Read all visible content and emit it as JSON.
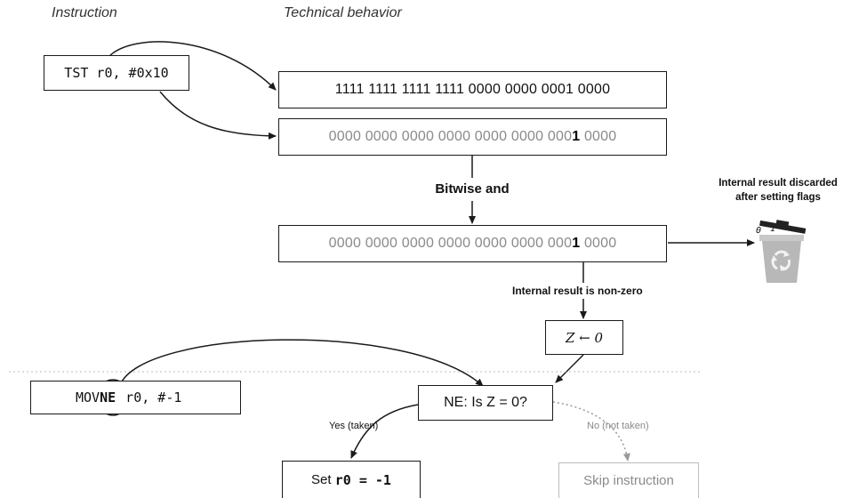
{
  "headers": {
    "instruction": "Instruction",
    "technical_behavior": "Technical behavior"
  },
  "tst_instruction": "TST r0, #0x10",
  "register_bits": "1111 1111 1111 1111 0000 0000 0001 0000",
  "immediate_bits": {
    "prefix": "0000 0000 0000 0000 0000 0000 000",
    "highlight": "1",
    "suffix": " 0000"
  },
  "bitwise_label": "Bitwise and",
  "result_bits": {
    "prefix": "0000 0000 0000 0000 0000 0000 000",
    "highlight": "1",
    "suffix": " 0000"
  },
  "discard_note": {
    "line1": "Internal result discarded",
    "line2": "after setting flags"
  },
  "nonzero_label": "Internal result is non-zero",
  "z_assign": "Z ← 0",
  "condition": "NE: Is Z = 0?",
  "movne_instruction": {
    "prefix": "MOV",
    "cond": "NE",
    "suffix": " r0, #-1"
  },
  "yes_label": "Yes (taken)",
  "no_label": "No (not taken)",
  "set_result": {
    "prefix": "Set ",
    "value": "r0 = -1"
  },
  "skip_label": "Skip instruction",
  "colors": {
    "ink": "#1a1a1a",
    "inactive": "#9a9a9a",
    "divider": "#bdbdbd",
    "bin_body": "#b8b8b8",
    "bin_lid": "#222222"
  },
  "icons": [
    "recycle-bin-icon"
  ]
}
